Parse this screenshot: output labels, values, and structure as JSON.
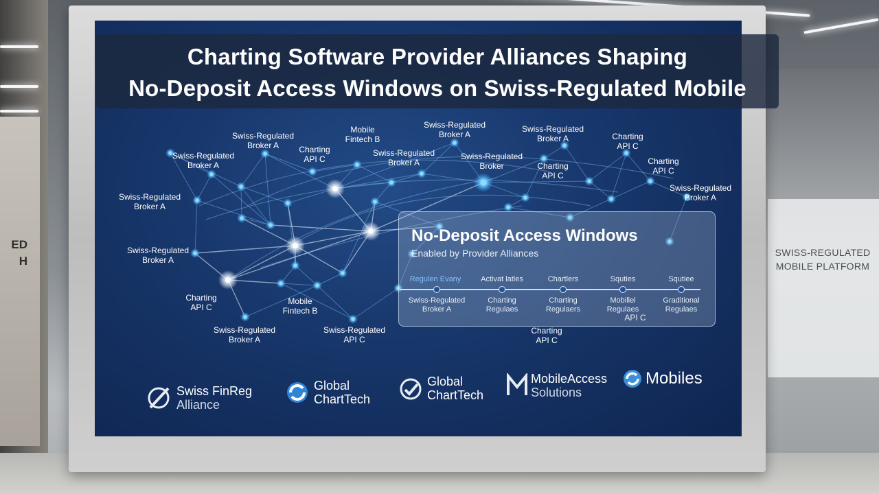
{
  "title": {
    "line1": "Charting Software Provider Alliances Shaping",
    "line2": "No-Deposit Access Windows on Swiss-Regulated Mobile"
  },
  "network_labels": [
    {
      "l1": "Swiss-Regulated",
      "l2": "Broker A"
    },
    {
      "l1": "Mobile",
      "l2": "Fintech B"
    },
    {
      "l1": "Swiss-Regulated",
      "l2": "Broker A"
    },
    {
      "l1": "Swiss-Regulated",
      "l2": "Broker A"
    },
    {
      "l1": "Charting",
      "l2": "API C"
    },
    {
      "l1": "Swiss-Regulated",
      "l2": "Broker A"
    },
    {
      "l1": "Swiss-Regulated",
      "l2": "Broker A"
    },
    {
      "l1": "Swiss-Regulated",
      "l2": "Broker"
    },
    {
      "l1": "Charting",
      "l2": "API C"
    },
    {
      "l1": "Charting",
      "l2": "API C"
    },
    {
      "l1": "Charting",
      "l2": "API C"
    },
    {
      "l1": "Swiss-Regulated",
      "l2": "Broker A"
    },
    {
      "l1": "Swiss-Regulated",
      "l2": "Broker A"
    },
    {
      "l1": "Charting",
      "l2": "API C"
    },
    {
      "l1": "Mobile",
      "l2": "Fintech B"
    },
    {
      "l1": "Swiss-Regulated",
      "l2": "Broker A"
    },
    {
      "l1": "Swiss-Regulated",
      "l2": "API C"
    },
    {
      "l1": "Charting",
      "l2": "API C"
    },
    {
      "l1": "",
      "l2": "API C"
    }
  ],
  "panel": {
    "title": "No-Deposit Access Windows",
    "subtitle": "Enabled by Provider Alliances",
    "timeline": [
      {
        "top": "Regulen Evany",
        "bottom1": "Swiss-Regulated",
        "bottom2": "Broker A"
      },
      {
        "top": "Activat latles",
        "bottom1": "Charting",
        "bottom2": "Regulaes"
      },
      {
        "top": "Chartlers",
        "bottom1": "Charting",
        "bottom2": "Regulaers"
      },
      {
        "top": "Squties",
        "bottom1": "Mobillel",
        "bottom2": "Regulaes"
      },
      {
        "top": "Squtiee",
        "bottom1": "Graditional",
        "bottom2": "Regulaes"
      }
    ]
  },
  "logos": [
    {
      "name1": "Swiss FinReg",
      "name2": "Alliance"
    },
    {
      "name1": "Global",
      "name2": "ChartTech"
    },
    {
      "name1": "Global",
      "name2": "ChartTech"
    },
    {
      "name1": "MobileAccess",
      "name2": "Solutions"
    },
    {
      "name1": "Mobiles",
      "name2": ""
    }
  ],
  "background": {
    "left_sign_line1": "ED",
    "left_sign_line2": "H",
    "right_sign_line1": "SWISS-REGULATED",
    "right_sign_line2": "MOBILE PLATFORM"
  },
  "colors": {
    "screen_dark": "#0f2550",
    "screen_mid": "#234b86",
    "node_glow": "#5cc8ff",
    "node_white": "#ffffff",
    "accent": "#3a9be8"
  }
}
